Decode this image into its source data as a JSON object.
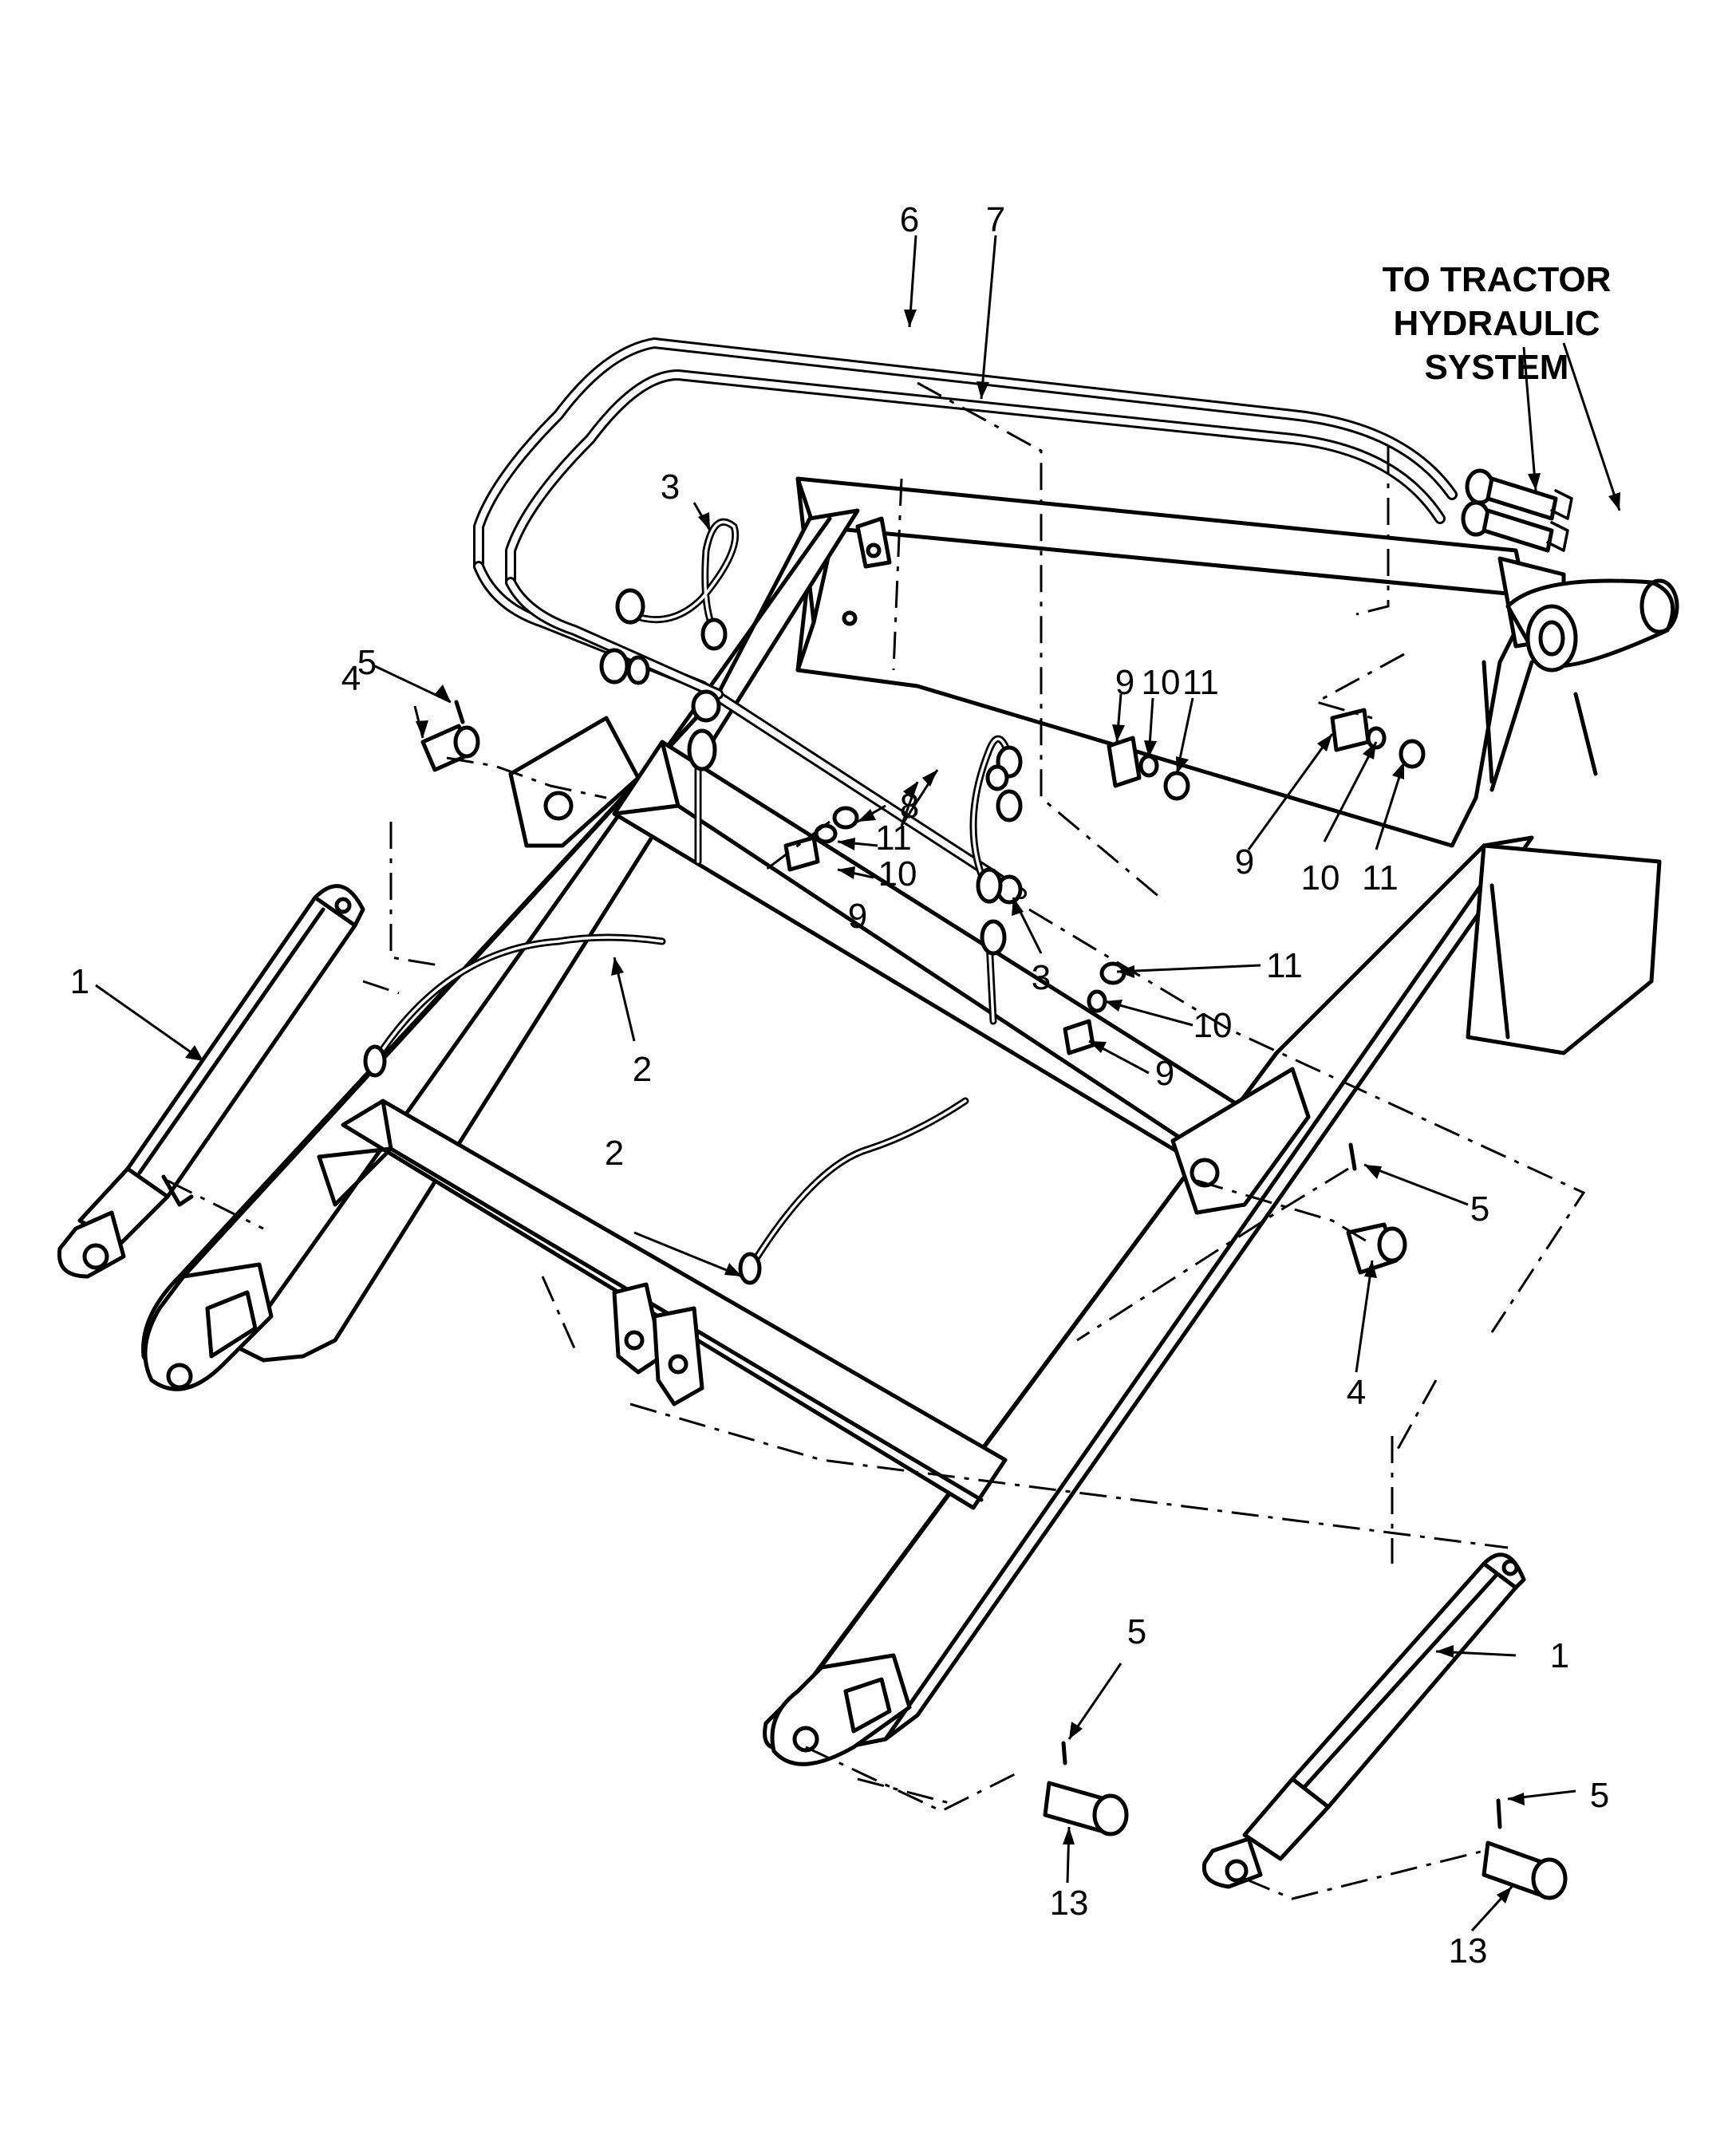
{
  "note": {
    "lines": [
      "TO TRACTOR",
      "HYDRAULIC",
      "SYSTEM"
    ]
  },
  "callouts": {
    "c1a": "1",
    "c1b": "1",
    "c2a": "2",
    "c2b": "2",
    "c3a": "3",
    "c3b": "3",
    "c4a": "4",
    "c4b": "4",
    "c5a": "5",
    "c5b": "5",
    "c5c": "5",
    "c5d": "5",
    "c6": "6",
    "c7": "7",
    "c8": "8",
    "c9a": "9",
    "c9b": "9",
    "c9c": "9",
    "c9d": "9",
    "c10a": "10",
    "c10b": "10",
    "c10c": "10",
    "c10d": "10",
    "c11a": "11",
    "c11b": "11",
    "c11c": "11",
    "c11d": "11",
    "c13a": "13",
    "c13b": "13"
  }
}
